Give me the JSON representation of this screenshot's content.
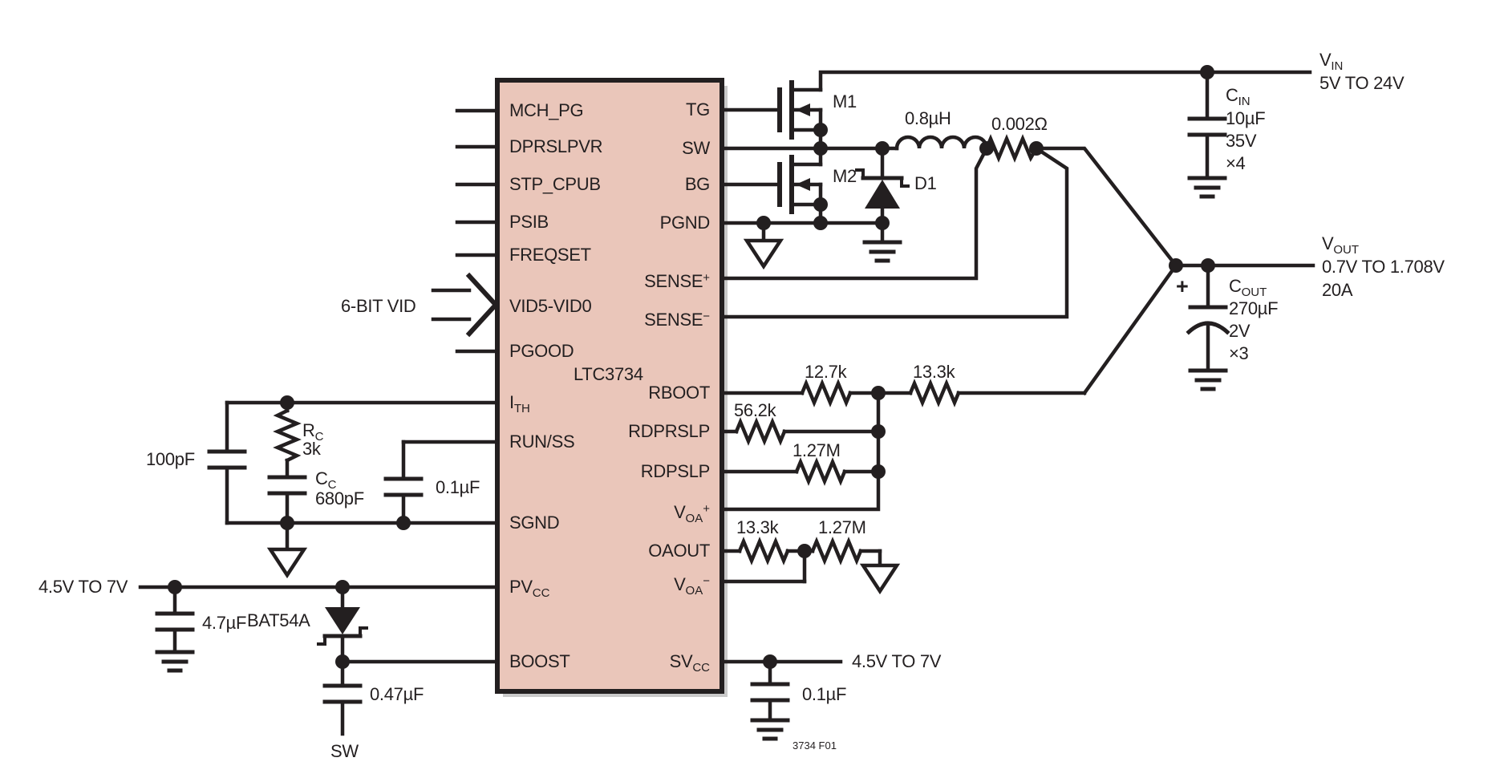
{
  "ic": {
    "part": "LTC3734",
    "pins_left": [
      {
        "main": "MCH_PG"
      },
      {
        "main": "DPRSLPVR"
      },
      {
        "main": "STP_CPUB"
      },
      {
        "main": "PSIB"
      },
      {
        "main": "FREQSET"
      },
      {
        "main": "VID5-VID0"
      },
      {
        "main": "PGOOD"
      },
      {
        "main": "I",
        "sub": "TH"
      },
      {
        "main": "RUN/SS"
      },
      {
        "main": "SGND"
      },
      {
        "main": "PV",
        "sub": "CC"
      },
      {
        "main": "BOOST"
      }
    ],
    "pins_right": [
      {
        "main": "TG"
      },
      {
        "main": "SW"
      },
      {
        "main": "BG"
      },
      {
        "main": "PGND"
      },
      {
        "main": "SENSE",
        "sup": "+"
      },
      {
        "main": "SENSE",
        "sup": "−"
      },
      {
        "main": "RBOOT"
      },
      {
        "main": "RDPRSLP"
      },
      {
        "main": "RDPSLP"
      },
      {
        "main": "V",
        "sub": "OA",
        "sup": "+"
      },
      {
        "main": "OAOUT"
      },
      {
        "main": "V",
        "sub": "OA",
        "sup": "−"
      },
      {
        "main": "SV",
        "sub": "CC"
      }
    ]
  },
  "signals": {
    "vid_bus": "6-BIT VID",
    "sw_node": "SW"
  },
  "power": {
    "vin": {
      "ref": "V",
      "ref_sub": "IN",
      "range": "5V TO 24V"
    },
    "vout": {
      "ref": "V",
      "ref_sub": "OUT",
      "range": "0.7V TO 1.708V",
      "current": "20A"
    },
    "pvcc_rail": "4.5V TO 7V",
    "svcc_rail": "4.5V TO 7V"
  },
  "components": {
    "m1": "M1",
    "m2": "M2",
    "d1": "D1",
    "inductor_value": "0.8µH",
    "sense_resistor_value": "0.002Ω",
    "cin": {
      "ref": "C",
      "ref_sub": "IN",
      "value": "10µF",
      "voltage": "35V",
      "quantity": "×4"
    },
    "cout": {
      "ref": "C",
      "ref_sub": "OUT",
      "value": "270µF",
      "voltage": "2V",
      "quantity": "×3",
      "polarity": "+"
    },
    "r_boot1": "12.7k",
    "r_boot2": "13.3k",
    "r_dprslp": "56.2k",
    "r_dpslp": "1.27M",
    "r_oaout1": "13.3k",
    "r_oaout2": "1.27M",
    "c_ith": "100pF",
    "rc": {
      "ref": "R",
      "ref_sub": "C",
      "value": "3k"
    },
    "cc": {
      "ref": "C",
      "ref_sub": "C",
      "value": "680pF"
    },
    "c_runss": "0.1µF",
    "c_pvcc": "4.7µF",
    "d_boost": "BAT54A",
    "c_boost": "0.47µF",
    "c_svcc": "0.1µF"
  },
  "figure": {
    "note": "3734 F01"
  }
}
